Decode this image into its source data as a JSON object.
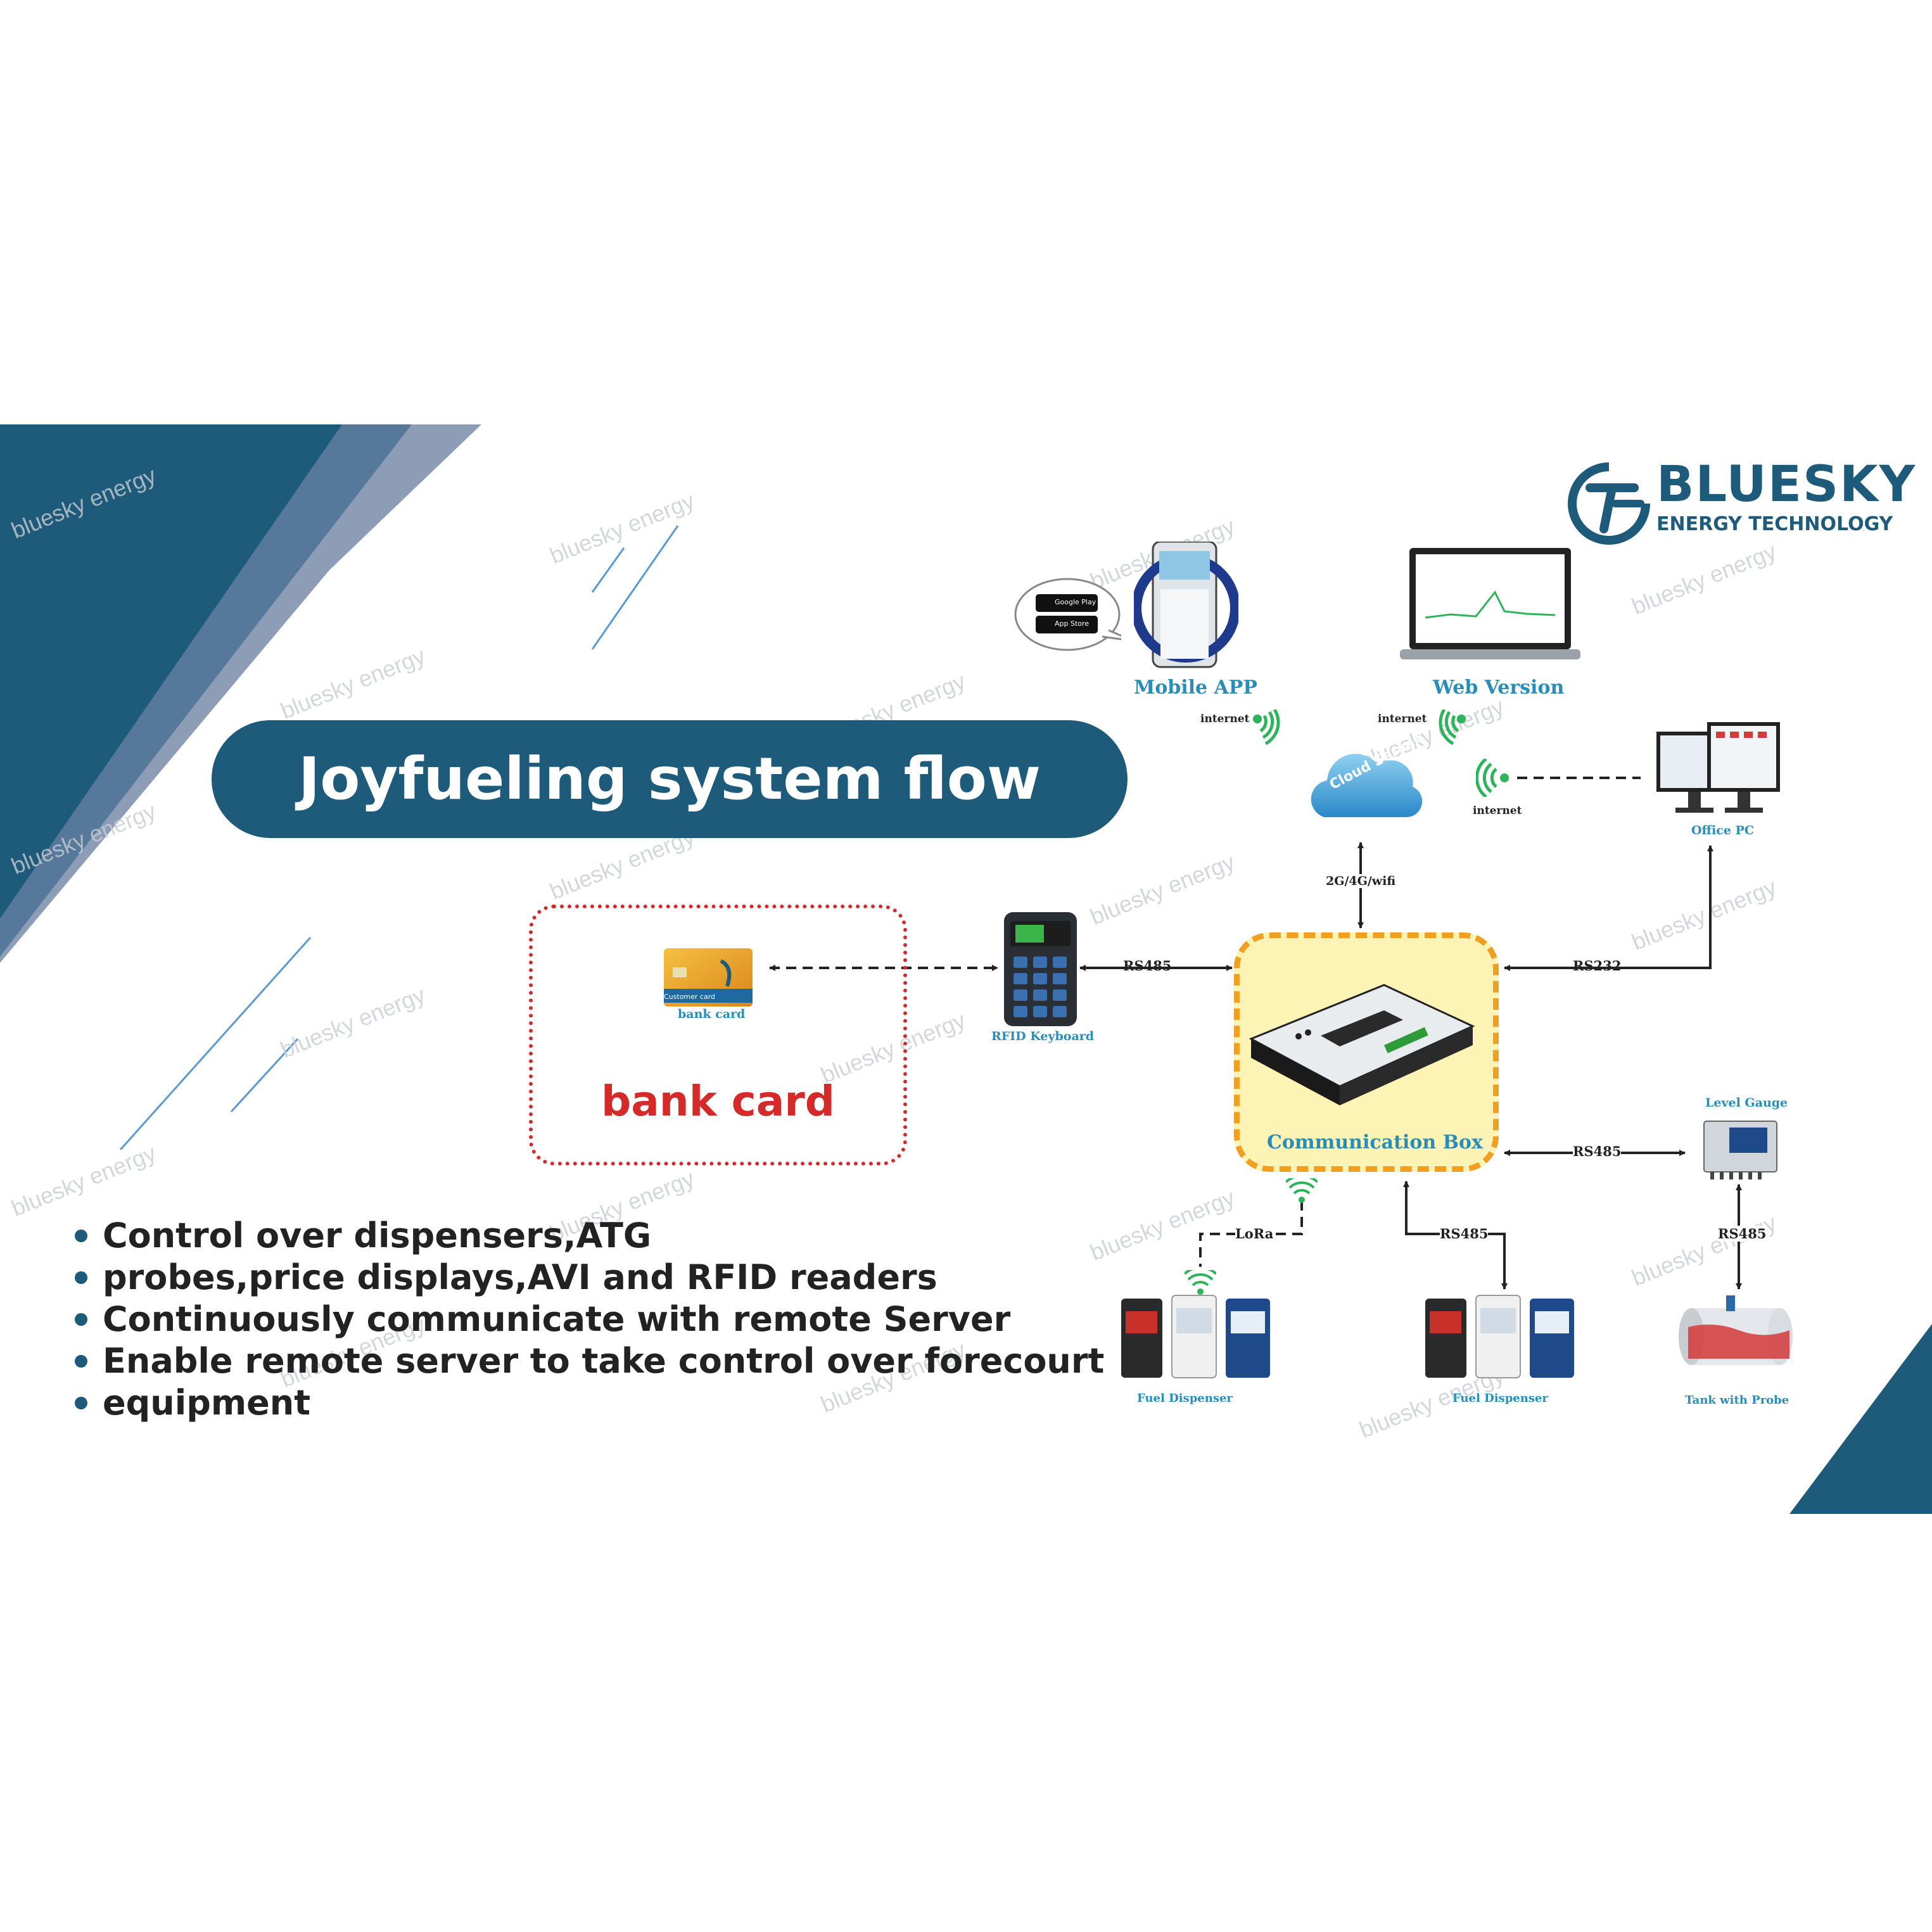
{
  "title": "Joyfueling system flow chart",
  "logo": {
    "brand": "BLUESKY",
    "subtitle": "ENERGY TECHNOLOGY"
  },
  "watermark_text": "bluesky energy",
  "nodes": {
    "mobile_app": "Mobile APP",
    "web_version": "Web Version",
    "cloud_server": "Cloud Server",
    "office_pc": "Office PC",
    "communication_box": "Communication Box",
    "rfid_keyboard": "RFID Keyboard",
    "bank_card_small": "bank card",
    "bank_card_large": "bank card",
    "customer_card": "Customer card",
    "level_gauge": "Level Gauge",
    "fuel_dispenser_1": "Fuel Dispenser",
    "fuel_dispenser_2": "Fuel Dispenser",
    "tank_with_probe": "Tank with Probe",
    "google_play": "Google Play",
    "app_store": "App Store"
  },
  "edges": {
    "internet_mobile": "internet",
    "internet_web": "internet",
    "internet_office": "internet",
    "cloud_to_box": "2G/4G/wifi",
    "rfid_to_box": "RS485",
    "box_to_office": "RS232",
    "box_to_gauge": "RS485",
    "gauge_to_tank": "RS485",
    "box_to_dispenser_lora": "LoRa",
    "box_to_dispenser_rs485": "RS485"
  },
  "bullets": [
    "Control over dispensers,ATG",
    "probes,price displays,AVI and RFID readers",
    "Continuously communicate with remote Server",
    "Enable remote server to take control over forecourt",
    "equipment"
  ],
  "colors": {
    "dark_teal": "#1e5a7a",
    "mid_blue": "#56789a",
    "light_slate": "#8d9db5",
    "label_blue": "#2a8cb8",
    "bank_red": "#d42a2a",
    "box_fill": "#fdf3b5",
    "box_border": "#f0a020",
    "signal_green": "#2db35a"
  }
}
